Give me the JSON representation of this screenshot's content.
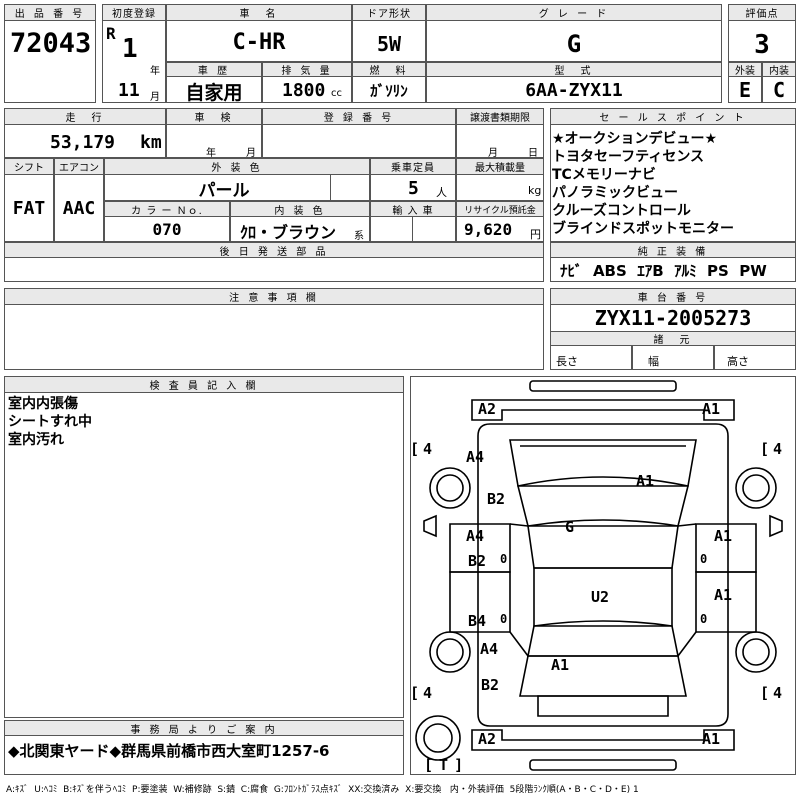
{
  "header": {
    "lot_label": "出 品 番 号",
    "lot_number": "72043",
    "first_reg_label": "初度登録",
    "era_mark": "R",
    "reg_year": "1",
    "year_unit": "年",
    "reg_month": "11",
    "month_unit": "月",
    "name_label": "車　名",
    "car_name": "C-HR",
    "door_label": "ドア形状",
    "door_value": "5W",
    "grade_label": "グ レ ー ド",
    "grade_value": "G",
    "score_label": "評価点",
    "score_value": "3",
    "history_label": "車 歴",
    "history_value": "自家用",
    "displacement_label": "排 気 量",
    "displacement_value": "1800",
    "displacement_unit": "cc",
    "fuel_label": "燃　料",
    "fuel_value": "ｶﾞｿﾘﾝ",
    "model_label": "型　式",
    "model_value": "6AA-ZYX11",
    "exterior_label": "外装",
    "exterior_value": "E",
    "interior_label": "内装",
    "interior_value": "C"
  },
  "row2": {
    "mileage_label": "走　行",
    "mileage_value": "53,179",
    "mileage_unit": "km",
    "inspection_label": "車　検",
    "year_unit": "年",
    "month_unit": "月",
    "regno_label": "登 録 番 号",
    "transfer_label": "譲渡書類期限",
    "transfer_month": "月",
    "transfer_day": "日",
    "shift_label": "シフト",
    "shift_value": "FAT",
    "ac_label": "エアコン",
    "ac_value": "AAC",
    "color_label": "外 装 色",
    "color_value": "パール",
    "capacity_label": "乗車定員",
    "capacity_value": "5",
    "capacity_unit": "人",
    "load_label": "最大積載量",
    "load_unit": "kg",
    "colorno_label": "カ ラ ー Ｎｏ.",
    "colorno_value": "070",
    "intcolor_label": "内 装 色",
    "intcolor_value": "ｸﾛ・ブラウン",
    "intcolor_suffix": "系",
    "import_label": "輸 入 車",
    "recycle_label": "リサイクル預託金",
    "recycle_value": "9,620",
    "recycle_unit": "円",
    "later_label": "後 日 発 送 部 品"
  },
  "sales_points": {
    "label": "セ ー ル ス ポ イ ン ト",
    "items": [
      "★オークションデビュー★",
      "トヨタセーフティセンス",
      "TCメモリーナビ",
      "パノラミックビュー",
      "クルーズコントロール",
      "ブラインドスポットモニター"
    ],
    "equip_label": "純 正 装 備",
    "equip_value": "ﾅﾋﾞ  ABS  ｴｱB  ｱﾙﾐ  PS  PW"
  },
  "notes": {
    "label": "注 意 事 項 欄"
  },
  "chassis": {
    "label": "車 台 番 号",
    "value": "ZYX11-2005273",
    "specs_label": "諸　元",
    "length_label": "長さ",
    "width_label": "幅",
    "height_label": "高さ"
  },
  "inspector": {
    "label": "検 査 員 記 入 欄",
    "lines": [
      "室内内張傷",
      "シートすれ中",
      "室内汚れ"
    ]
  },
  "office": {
    "label": "事 務 局 よ り ご 案 内",
    "text": "◆北関東ヤード◆群馬県前橋市西大室町1257-6"
  },
  "diagram": {
    "tire_fl": "4",
    "tire_fr": "4",
    "tire_rl": "4",
    "tire_rr": "4",
    "trunk_tire": "T",
    "marks": {
      "front_bumper_left": "A2",
      "front_bumper_right": "A1",
      "hood": "A1",
      "left_fender": "A4",
      "left_wheel_area": "B2",
      "roof": "G",
      "left_front_door_a": "A4",
      "left_front_door_b": "B2",
      "right_front_door": "A1",
      "trunk_area": "U2",
      "left_rear_door": "B4",
      "right_rear_door": "A1",
      "left_rear_fender": "A4",
      "rear_glass": "A1",
      "left_rear_wheel": "B2",
      "rear_bumper_left": "A2",
      "rear_bumper_right": "A1",
      "small_left_1": "0",
      "small_left_2": "0",
      "small_right_1": "0",
      "small_right_2": "0"
    }
  },
  "legend": "A:ｷｽﾞ  U:ﾍｺﾐ  B:ｷｽﾞを伴うﾍｺﾐ  P:要塗装  W:補修跡  S:錆  C:腐食  G:ﾌﾛﾝﾄｶﾞﾗｽ点ｷｽﾞ  XX:交換済み  X:要交換   内・外装評価  5段階ﾗﾝｸ順(A・B・C・D・E) 1"
}
